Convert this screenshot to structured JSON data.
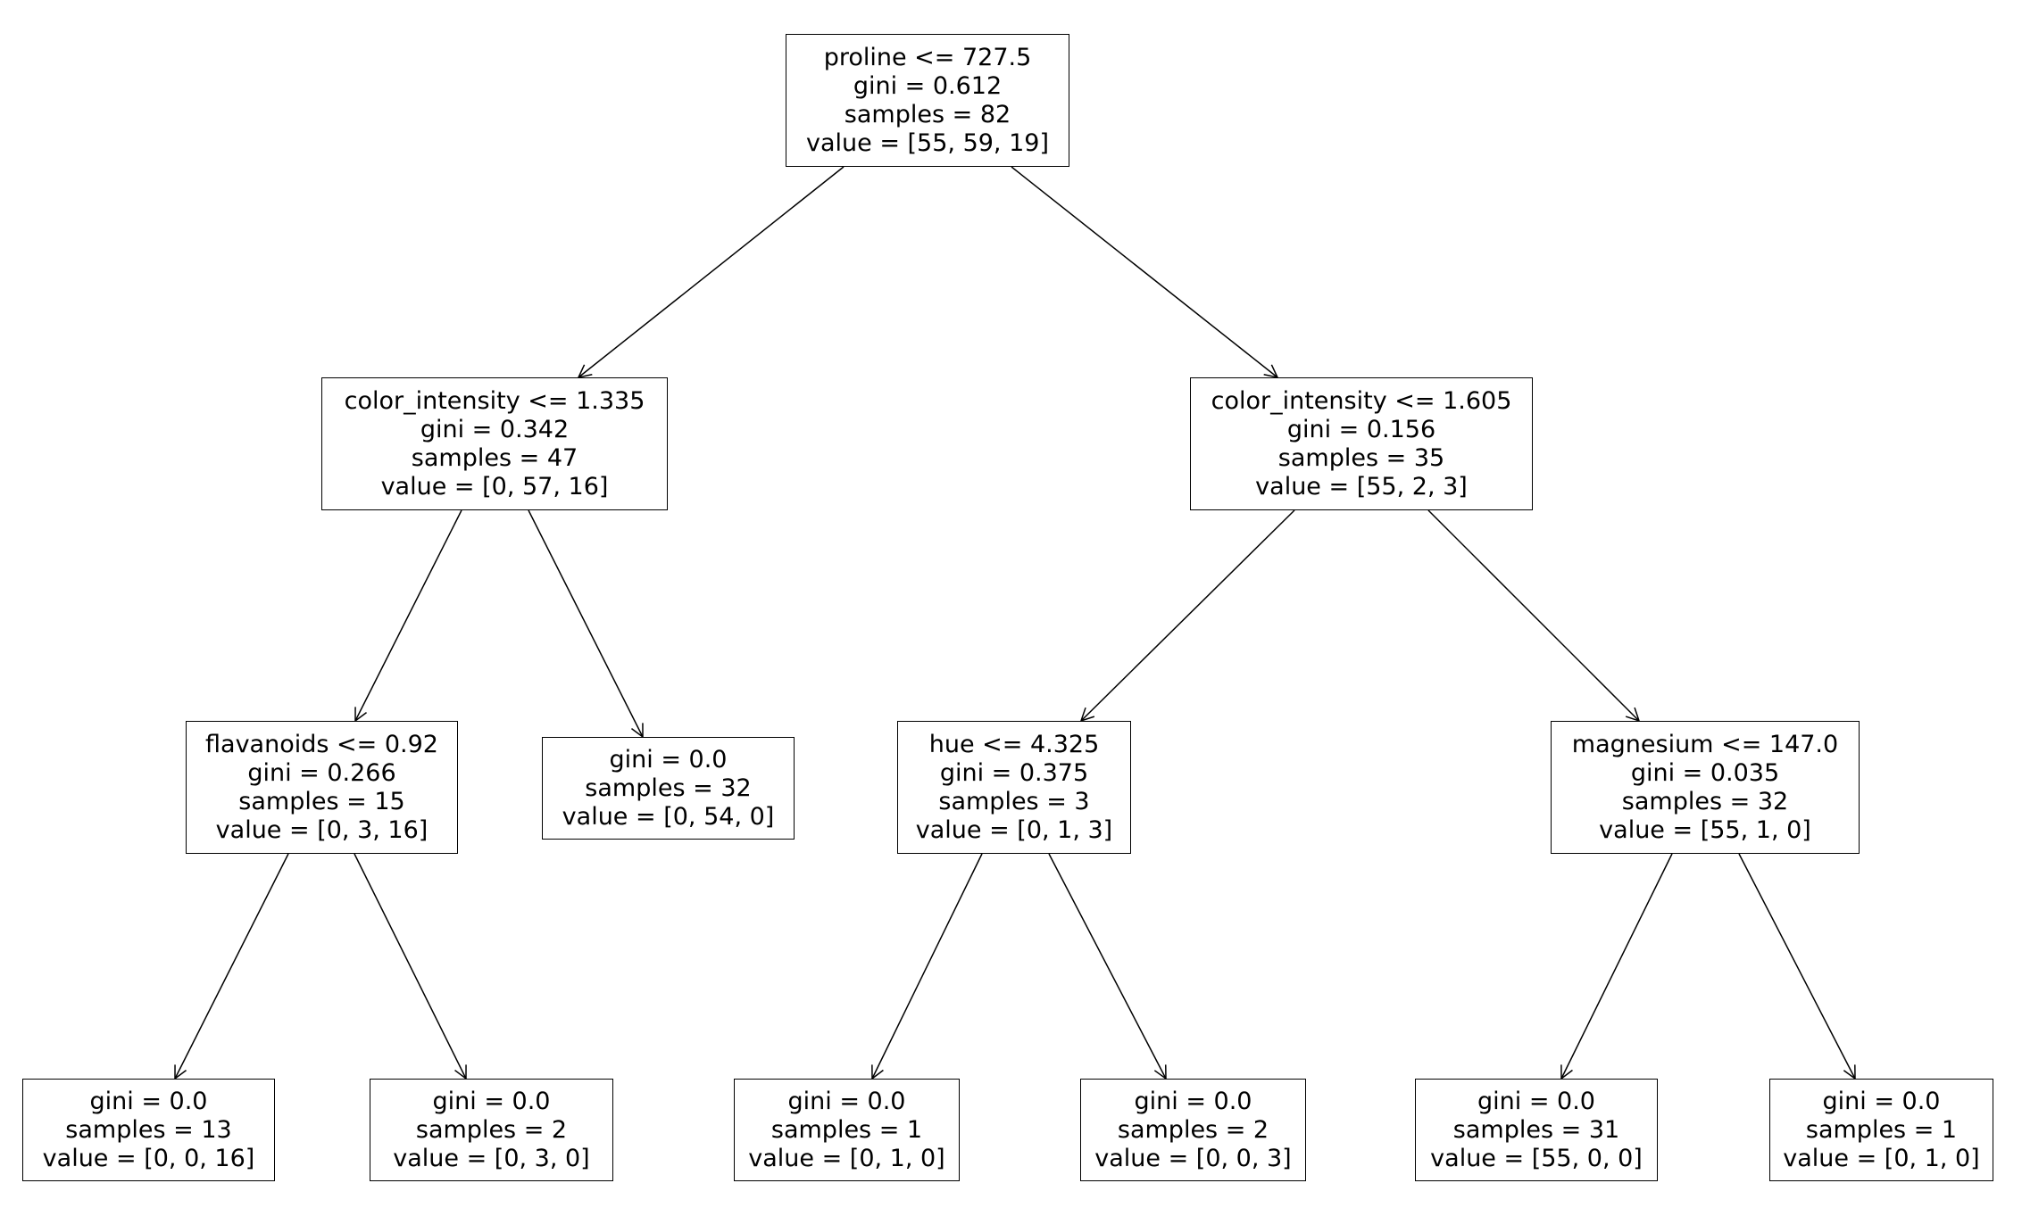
{
  "figure": {
    "type": "decision-tree",
    "background_color": "#ffffff",
    "box_border_color": "#000000",
    "text_color": "#000000"
  },
  "tree": {
    "nodes": [
      {
        "condition": "proline <= 727.5",
        "gini": "gini = 0.612",
        "samples": "samples = 82",
        "value": "value = [55, 59, 19]"
      },
      {
        "condition": "color_intensity <= 1.335",
        "gini": "gini = 0.342",
        "samples": "samples = 47",
        "value": "value = [0, 57, 16]"
      },
      {
        "condition": "color_intensity <= 1.605",
        "gini": "gini = 0.156",
        "samples": "samples = 35",
        "value": "value = [55, 2, 3]"
      },
      {
        "condition": "flavanoids <= 0.92",
        "gini": "gini = 0.266",
        "samples": "samples = 15",
        "value": "value = [0, 3, 16]"
      },
      {
        "gini": "gini = 0.0",
        "samples": "samples = 32",
        "value": "value = [0, 54, 0]"
      },
      {
        "condition": "hue <= 4.325",
        "gini": "gini = 0.375",
        "samples": "samples = 3",
        "value": "value = [0, 1, 3]"
      },
      {
        "condition": "magnesium <= 147.0",
        "gini": "gini = 0.035",
        "samples": "samples = 32",
        "value": "value = [55, 1, 0]"
      },
      {
        "gini": "gini = 0.0",
        "samples": "samples = 13",
        "value": "value = [0, 0, 16]"
      },
      {
        "gini": "gini = 0.0",
        "samples": "samples = 2",
        "value": "value = [0, 3, 0]"
      },
      {
        "gini": "gini = 0.0",
        "samples": "samples = 1",
        "value": "value = [0, 1, 0]"
      },
      {
        "gini": "gini = 0.0",
        "samples": "samples = 2",
        "value": "value = [0, 0, 3]"
      },
      {
        "gini": "gini = 0.0",
        "samples": "samples = 31",
        "value": "value = [55, 0, 0]"
      },
      {
        "gini": "gini = 0.0",
        "samples": "samples = 1",
        "value": "value = [0, 1, 0]"
      }
    ],
    "edges": [
      {
        "from": 0,
        "to": 1
      },
      {
        "from": 0,
        "to": 2
      },
      {
        "from": 1,
        "to": 3
      },
      {
        "from": 1,
        "to": 4
      },
      {
        "from": 2,
        "to": 5
      },
      {
        "from": 2,
        "to": 6
      },
      {
        "from": 3,
        "to": 7
      },
      {
        "from": 3,
        "to": 8
      },
      {
        "from": 5,
        "to": 9
      },
      {
        "from": 5,
        "to": 10
      },
      {
        "from": 6,
        "to": 11
      },
      {
        "from": 6,
        "to": 12
      }
    ]
  }
}
